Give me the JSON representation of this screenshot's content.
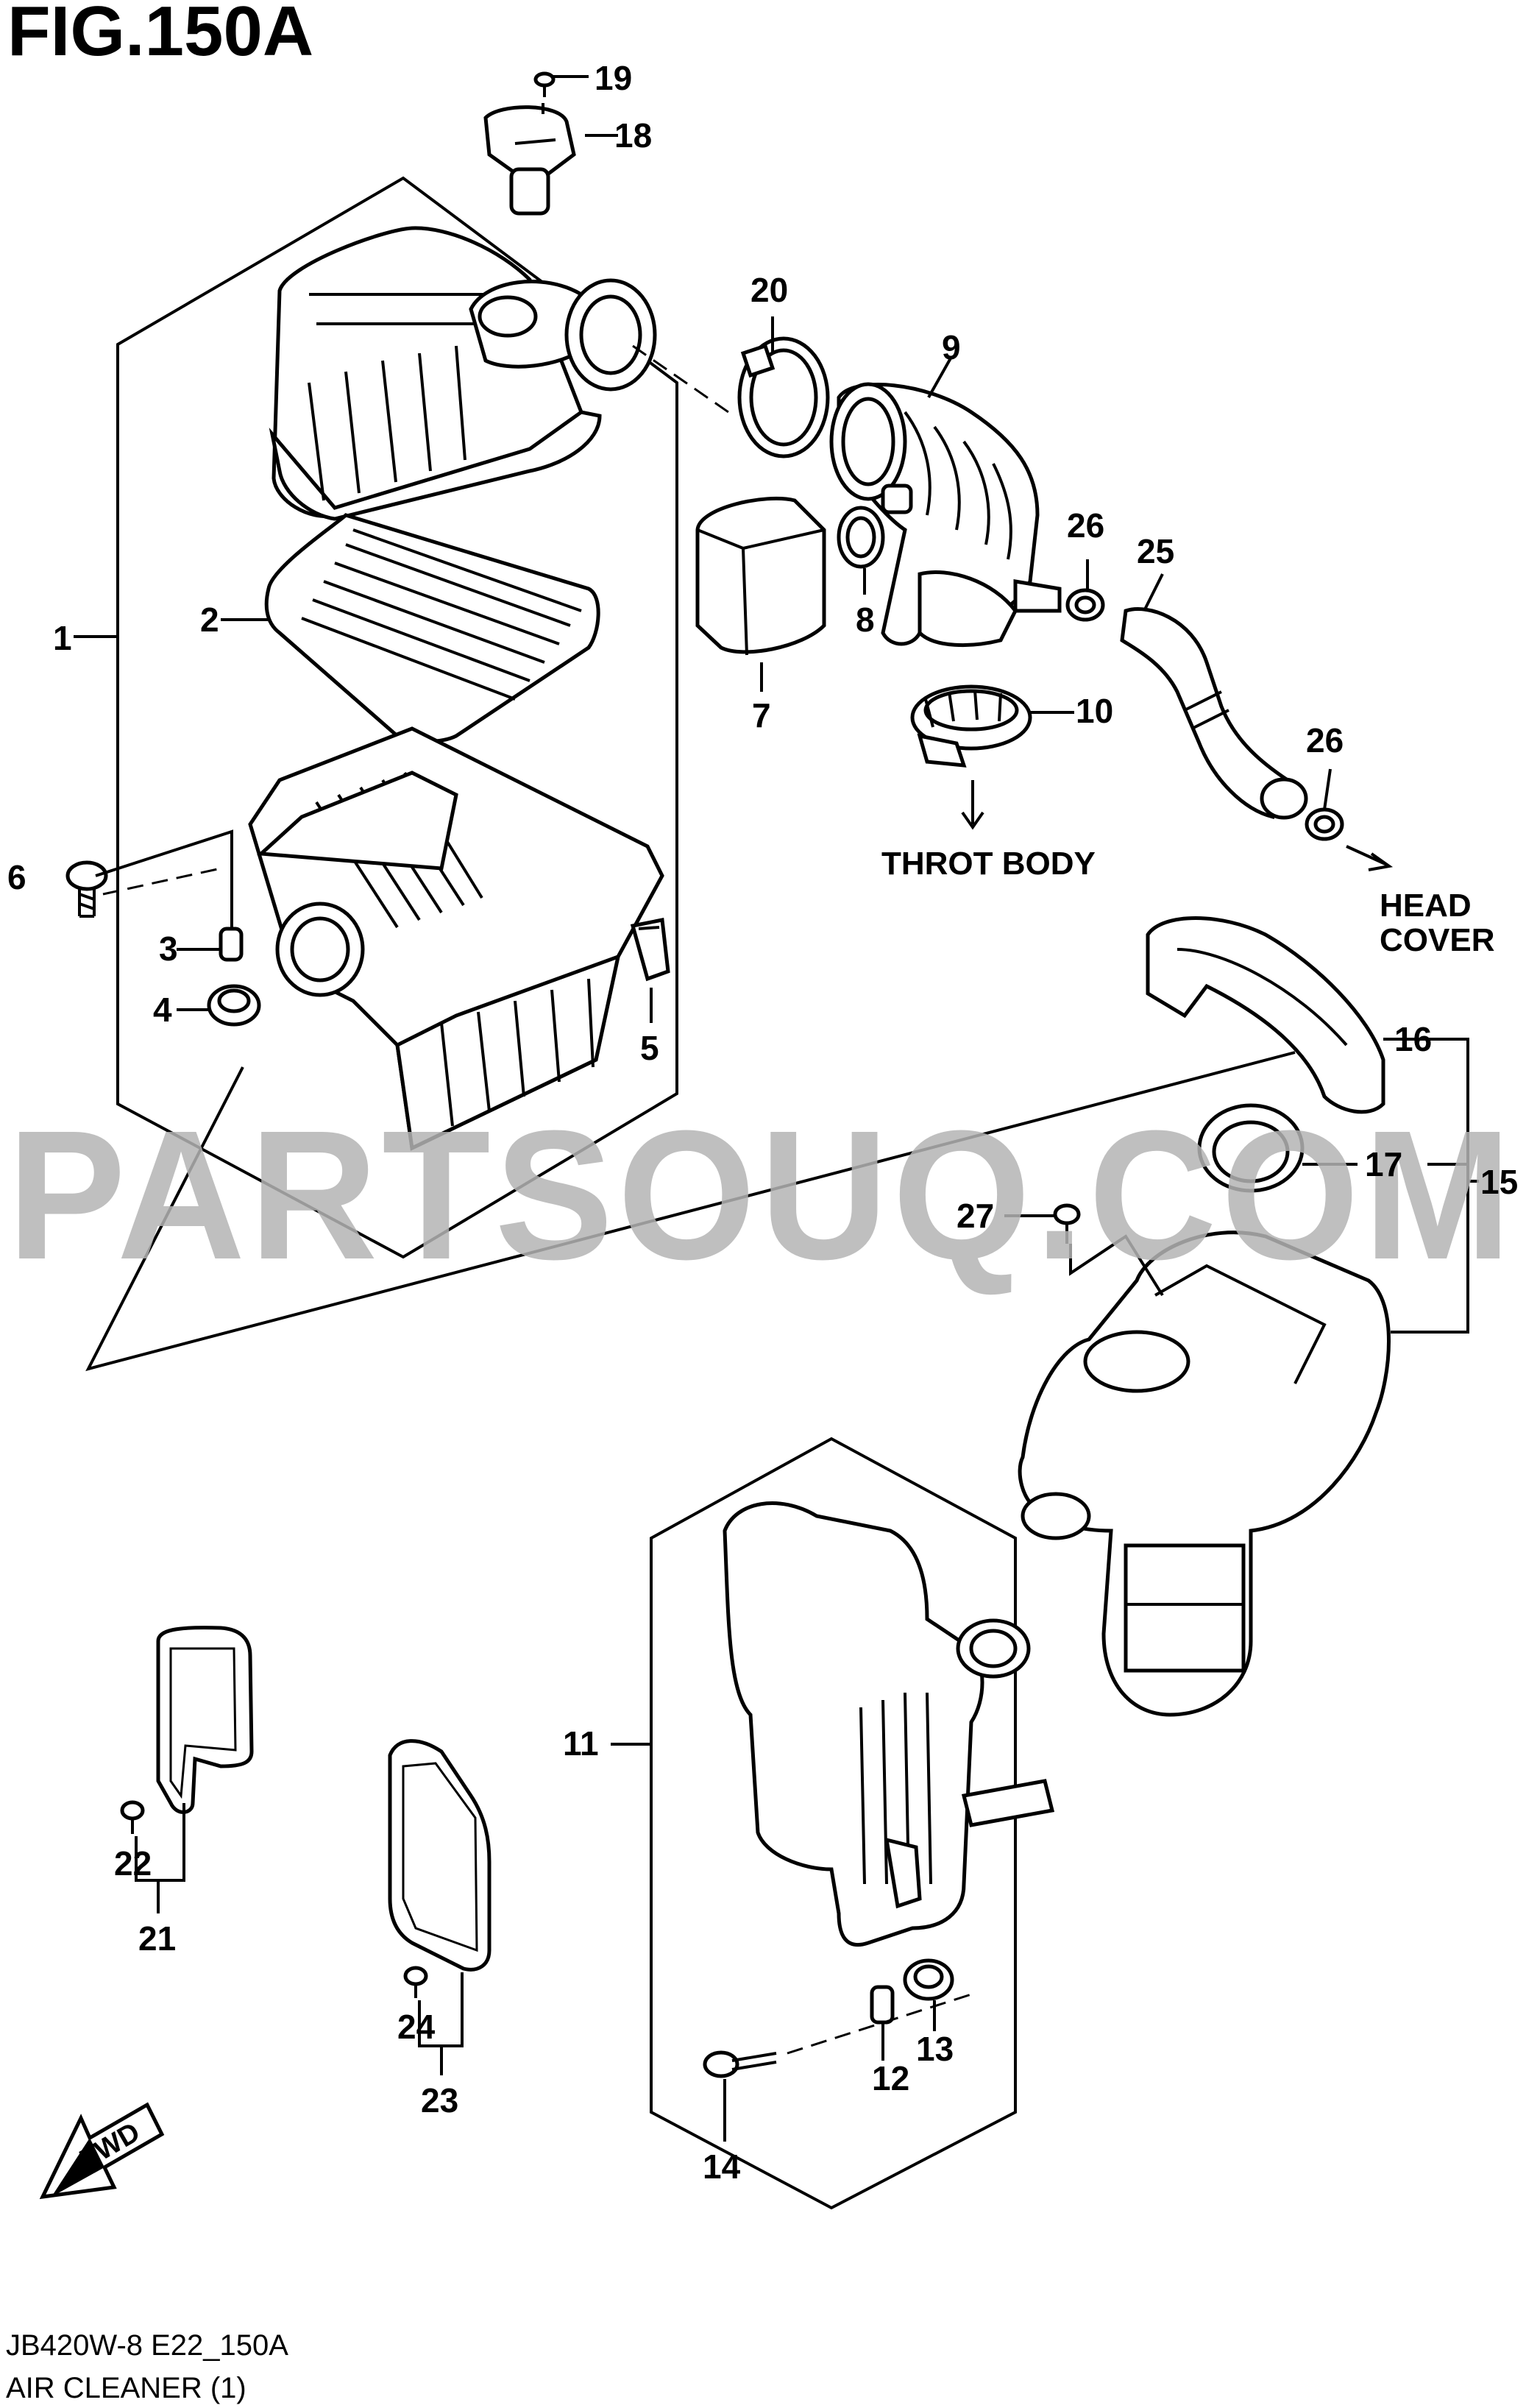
{
  "figure": {
    "title": "FIG.150A"
  },
  "watermark": "PARTSOUQ.COM",
  "callouts": [
    "1",
    "2",
    "3",
    "4",
    "5",
    "6",
    "7",
    "8",
    "9",
    "10",
    "11",
    "12",
    "13",
    "14",
    "15",
    "16",
    "17",
    "18",
    "19",
    "20",
    "21",
    "22",
    "23",
    "24",
    "25",
    "26",
    "26",
    "27"
  ],
  "destinations": {
    "throttle_body": "THROT BODY",
    "head_cover_line1": "HEAD",
    "head_cover_line2": "COVER"
  },
  "fwd_label": "FWD",
  "footer": {
    "code": "JB420W-8 E22_150A",
    "caption": "AIR CLEANER (1)"
  }
}
